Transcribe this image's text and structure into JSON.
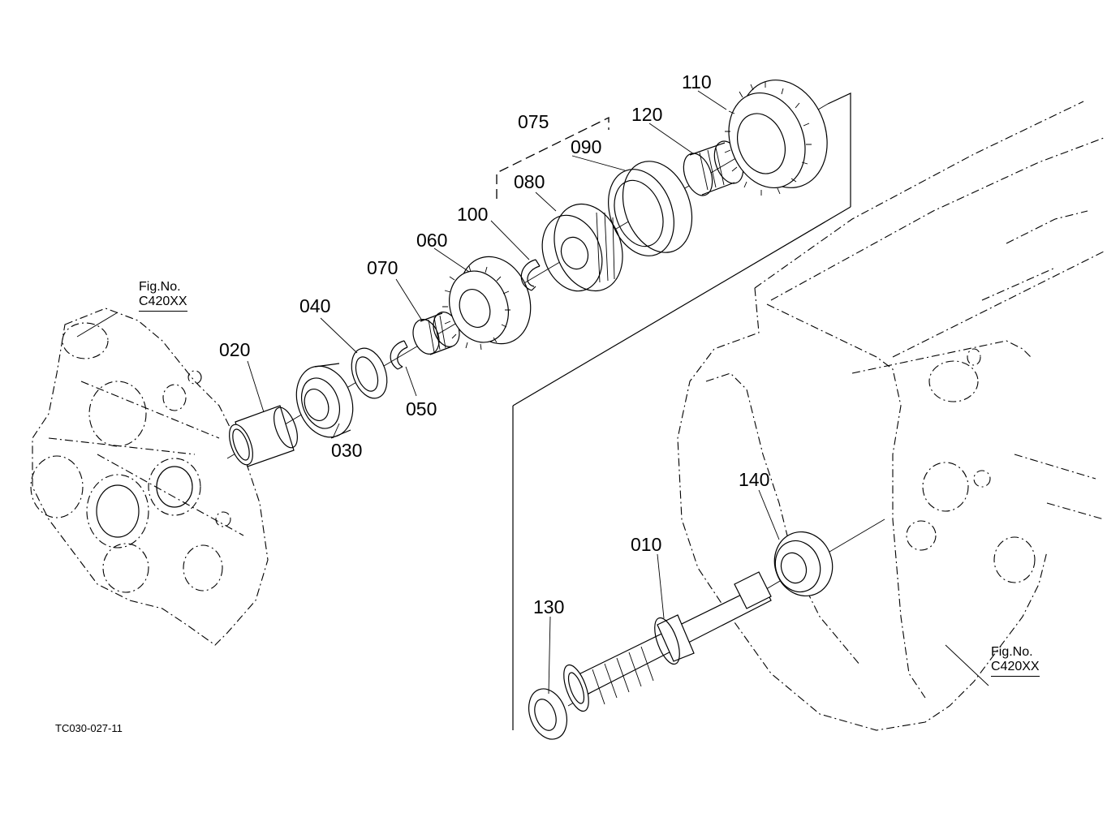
{
  "figure_ref_left": {
    "label": "Fig.No.",
    "code": "C420XX"
  },
  "figure_ref_right": {
    "label": "Fig.No.",
    "code": "C420XX"
  },
  "drawing_code": "TC030-027-11",
  "parts": [
    {
      "number": "010"
    },
    {
      "number": "020"
    },
    {
      "number": "030"
    },
    {
      "number": "040"
    },
    {
      "number": "050"
    },
    {
      "number": "060"
    },
    {
      "number": "070"
    },
    {
      "number": "075"
    },
    {
      "number": "080"
    },
    {
      "number": "090"
    },
    {
      "number": "100"
    },
    {
      "number": "110"
    },
    {
      "number": "120"
    },
    {
      "number": "130"
    },
    {
      "number": "140"
    }
  ]
}
